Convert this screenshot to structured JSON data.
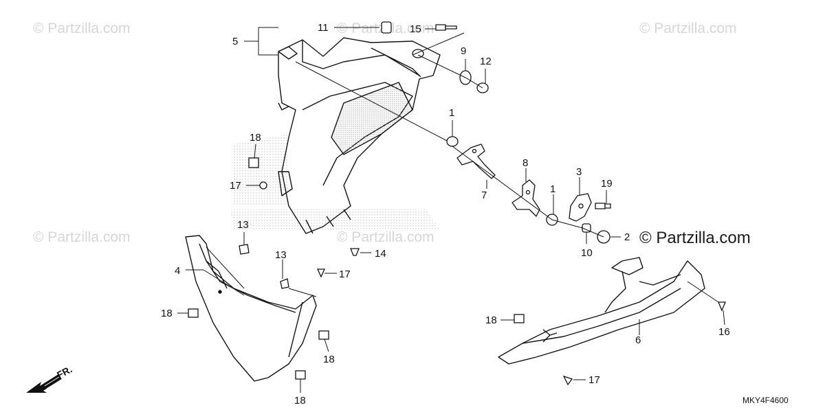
{
  "watermarks": {
    "top_left": "© Partzilla.com",
    "top_center": "© Partzilla.com",
    "top_right": "© Partzilla.com",
    "mid_left": "© Partzilla.com",
    "mid_center": "© Partzilla.com",
    "mid_right": "© Partzilla.com"
  },
  "direction_marker": "FR.",
  "diagram_code": "MKY4F4600",
  "callouts": {
    "c1a": "1",
    "c1b": "1",
    "c2": "2",
    "c3": "3",
    "c4": "4",
    "c5": "5",
    "c6": "6",
    "c7": "7",
    "c8": "8",
    "c9": "9",
    "c10": "10",
    "c11": "11",
    "c12": "12",
    "c13a": "13",
    "c13b": "13",
    "c14": "14",
    "c15": "15",
    "c16": "16",
    "c17a": "17",
    "c17b": "17",
    "c17c": "17",
    "c18a": "18",
    "c18b": "18",
    "c18c": "18",
    "c18d": "18",
    "c18e": "18",
    "c19": "19"
  },
  "colors": {
    "line": "#111111",
    "watermark": "#d6d6d6",
    "stipple": "#bdbdbd"
  }
}
